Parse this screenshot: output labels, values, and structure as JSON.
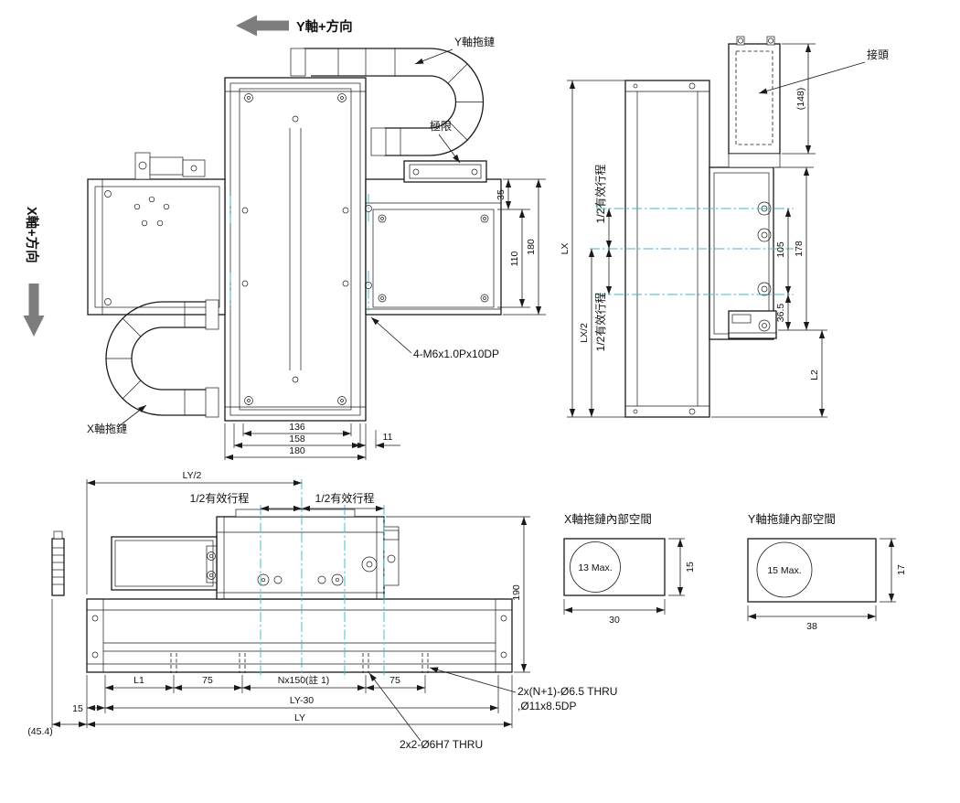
{
  "drawing": {
    "direction_y": "Y軸+方向",
    "direction_x": "X軸+方向",
    "y_chain_label": "Y軸拖鏈",
    "x_chain_label": "X軸拖鏈",
    "limit_label": "極限",
    "mounting_holes_label": "4-M6x1.0Px10DP",
    "connector_label": "接頭",
    "half_stroke_label": "1/2有效行程"
  },
  "top_view_dims": {
    "d35": "35",
    "d110": "110",
    "d180_side": "180",
    "d136": "136",
    "d158": "158",
    "d180_bottom": "180",
    "d11": "11"
  },
  "side_view_dims": {
    "d148": "(148)",
    "lx": "LX",
    "lx_half": "LX/2",
    "d105": "105",
    "d178": "178",
    "d36_5": "36.5",
    "l2": "L2"
  },
  "front_view_dims": {
    "ly_half": "LY/2",
    "d190": "190",
    "l1": "L1",
    "d75_left": "75",
    "nx150": "Nx150(註 1)",
    "d75_right": "75",
    "d15": "15",
    "ly_30": "LY-30",
    "ly": "LY",
    "d45_4": "(45.4)"
  },
  "callouts": {
    "thru_line1": "2x(N+1)-Ø6.5 THRU",
    "thru_line2": ",Ø11x8.5DP",
    "dowel": "2x2-Ø6H7 THRU"
  },
  "x_chain_detail": {
    "title": "X軸拖鏈內部空間",
    "circle_label": "13 Max.",
    "width": "30",
    "height": "15"
  },
  "y_chain_detail": {
    "title": "Y軸拖鏈內部空間",
    "circle_label": "15 Max.",
    "width": "38",
    "height": "17"
  },
  "colors": {
    "line": "#1a1a1a",
    "centerline": "#3fb9d3",
    "arrow": "#7d7d7d",
    "background": "#ffffff"
  }
}
